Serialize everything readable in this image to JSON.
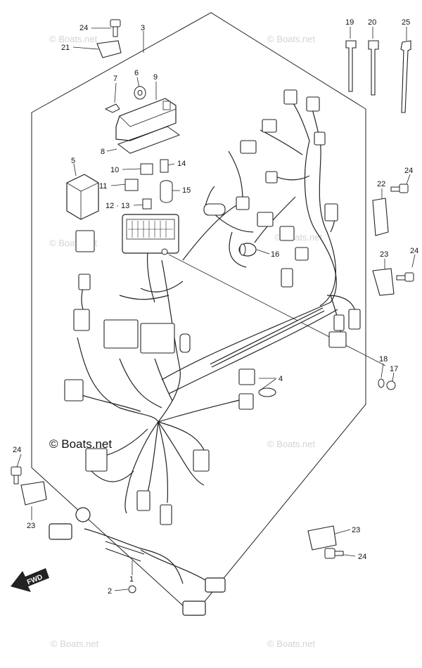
{
  "diagram": {
    "copyright": "© Boats.net",
    "fwd_label": "FWD",
    "watermarks": [
      "© Boats.net",
      "© Boats.net",
      "© Boats.net",
      "© Boats.net",
      "© Boats.net",
      "© Boats.net",
      "© Boats.net"
    ],
    "callouts": {
      "c1": "1",
      "c2": "2",
      "c3": "3",
      "c4": "4",
      "c5": "5",
      "c6": "6",
      "c7": "7",
      "c8": "8",
      "c9": "9",
      "c10": "10",
      "c11": "11",
      "c1213": "12 · 13",
      "c14": "14",
      "c15": "15",
      "c16": "16",
      "c17": "17",
      "c18": "18",
      "c19": "19",
      "c20": "20",
      "c21": "21",
      "c22": "22",
      "c23a": "23",
      "c23b": "23",
      "c23c": "23",
      "c24a": "24",
      "c24b": "24",
      "c24c": "24",
      "c24d": "24",
      "c24e": "24",
      "c25": "25"
    }
  }
}
